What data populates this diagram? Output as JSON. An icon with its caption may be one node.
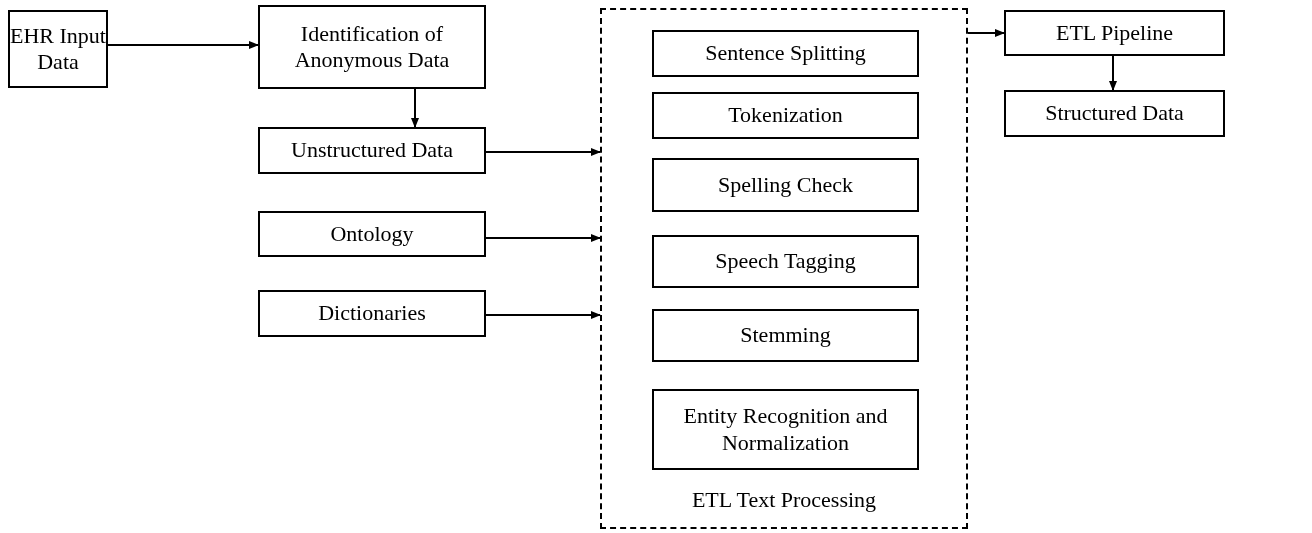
{
  "diagram": {
    "nodes": [
      {
        "text": [
          "EHR Input Data"
        ]
      },
      {
        "text": [
          "Identification of Anonymous Data"
        ]
      },
      {
        "text": [
          "Unstructured Data"
        ]
      },
      {
        "text": [
          "Ontology"
        ]
      },
      {
        "text": [
          "Dictionaries"
        ]
      },
      {
        "text": [
          "ETL Text Processing"
        ]
      },
      {
        "text": [
          "Sentence Splitting"
        ],
        "in": 5
      },
      {
        "text": [
          "Tokenization"
        ],
        "in": 5
      },
      {
        "text": [
          "Spelling Check"
        ],
        "in": 5
      },
      {
        "text": [
          "Speech Tagging"
        ],
        "in": 5
      },
      {
        "text": [
          "Stemming"
        ],
        "in": 5
      },
      {
        "text": [
          "Entity Recognition and Normalization"
        ],
        "in": 5
      },
      {
        "text": [
          "ETL Pipeline"
        ]
      },
      {
        "text": [
          "Structured Data"
        ]
      }
    ],
    "edges": [
      {
        "from": 0,
        "to": 1,
        "arrow": "to"
      },
      {
        "from": 1,
        "to": 2,
        "arrow": "to"
      },
      {
        "from": 2,
        "to": 5,
        "arrow": "to"
      },
      {
        "from": 3,
        "to": 5,
        "arrow": "to"
      },
      {
        "from": 4,
        "to": 5,
        "arrow": "to"
      },
      {
        "from": 5,
        "to": 12,
        "arrow": "to"
      },
      {
        "from": 12,
        "to": 13,
        "arrow": "to"
      }
    ]
  }
}
